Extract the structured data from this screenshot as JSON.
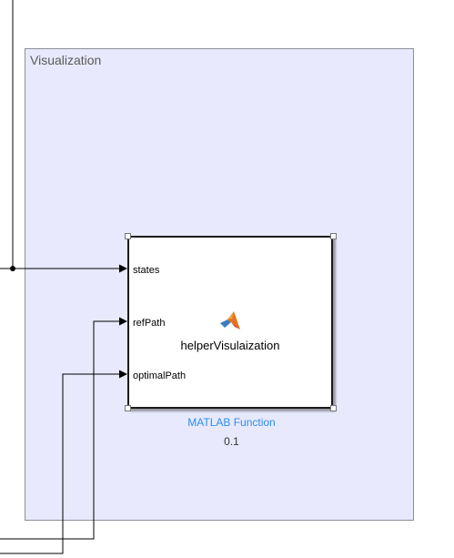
{
  "area": {
    "title": "Visualization"
  },
  "block": {
    "name": "helperVisulaization",
    "type_label": "MATLAB Function",
    "sample_time": "0.1",
    "ports": [
      "states",
      "refPath",
      "optimalPath"
    ]
  },
  "colors": {
    "area_fill": "#e8e9fc",
    "type_label": "#2b8ef0",
    "wire": "#000000"
  },
  "icons": {
    "logo": "matlab-logo-icon"
  }
}
